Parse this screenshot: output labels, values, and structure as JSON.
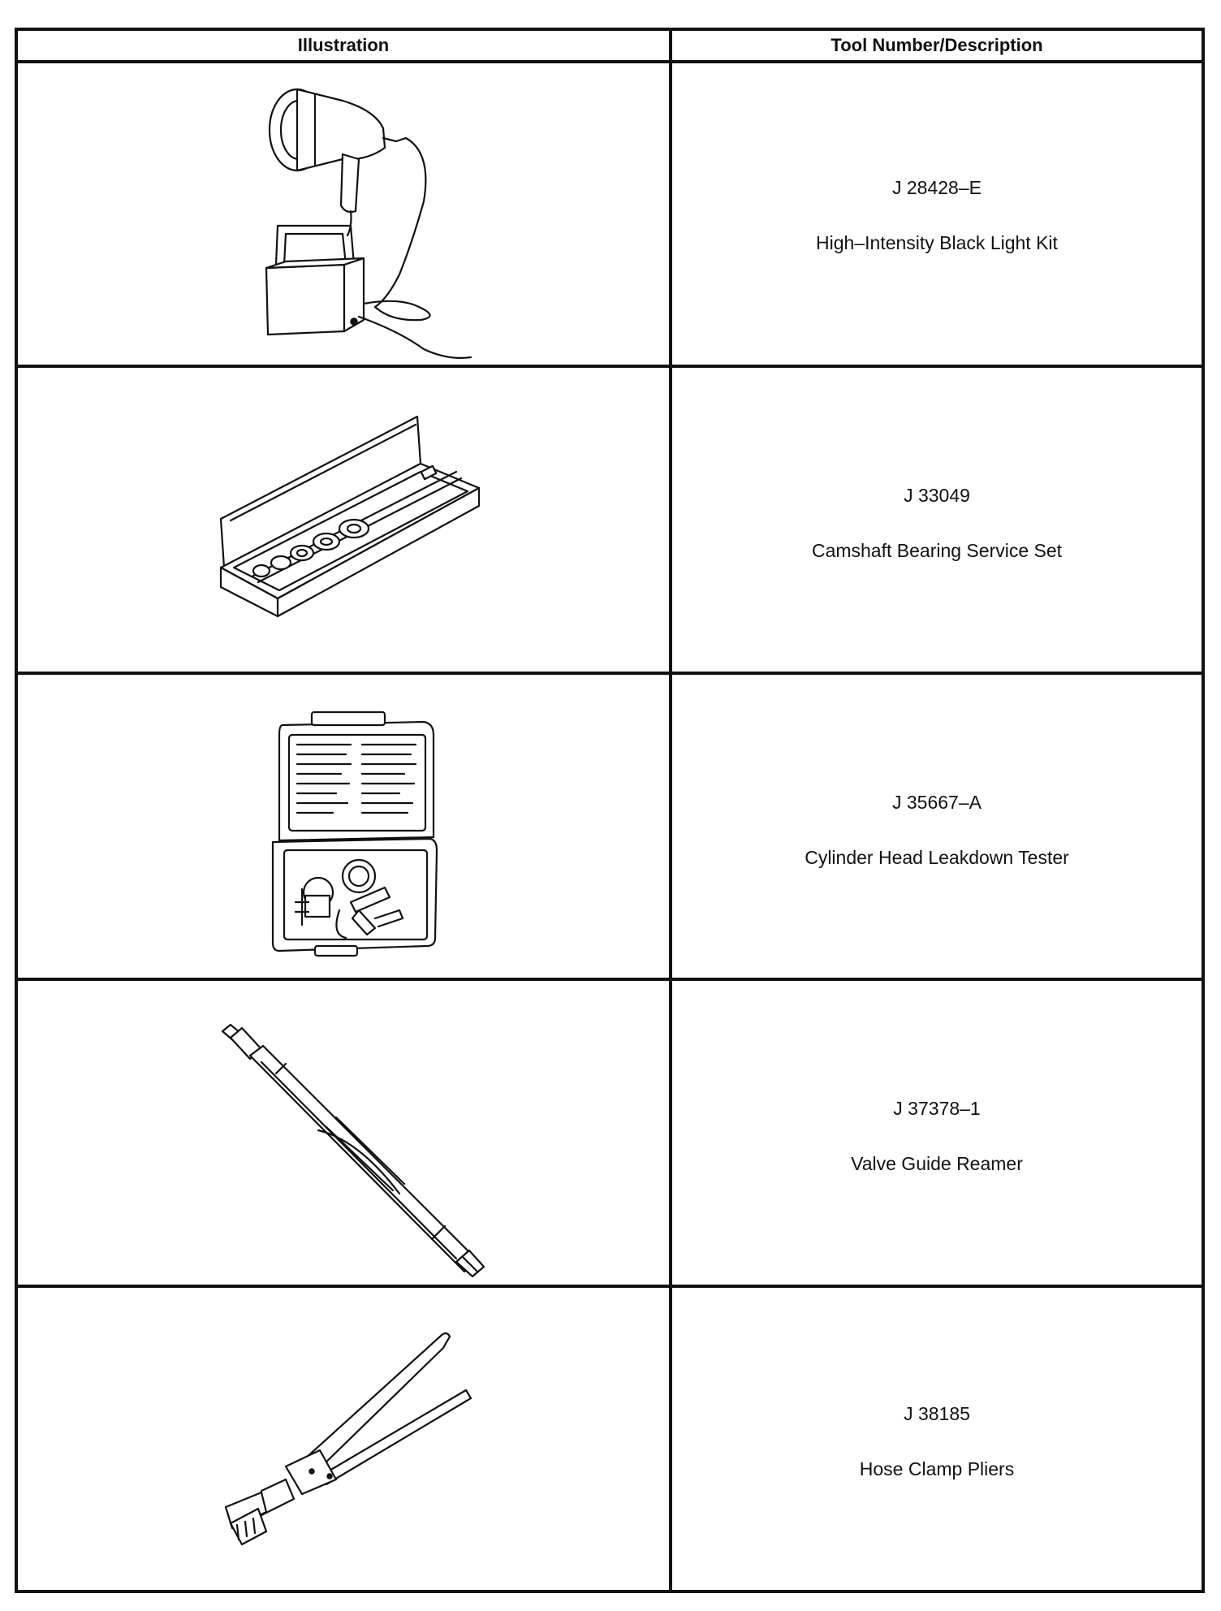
{
  "table": {
    "headers": {
      "illustration": "Illustration",
      "description": "Tool Number/Description"
    },
    "rows": [
      {
        "tool_number": "J 28428–E",
        "description": "High–Intensity Black Light Kit",
        "icon": "black-light-kit-icon"
      },
      {
        "tool_number": "J 33049",
        "description": "Camshaft Bearing Service Set",
        "icon": "camshaft-bearing-set-icon"
      },
      {
        "tool_number": "J 35667–A",
        "description": "Cylinder Head Leakdown Tester",
        "icon": "leakdown-tester-icon"
      },
      {
        "tool_number": "J 37378–1",
        "description": "Valve Guide Reamer",
        "icon": "valve-guide-reamer-icon"
      },
      {
        "tool_number": "J 38185",
        "description": "Hose Clamp Pliers",
        "icon": "hose-clamp-pliers-icon"
      }
    ]
  }
}
